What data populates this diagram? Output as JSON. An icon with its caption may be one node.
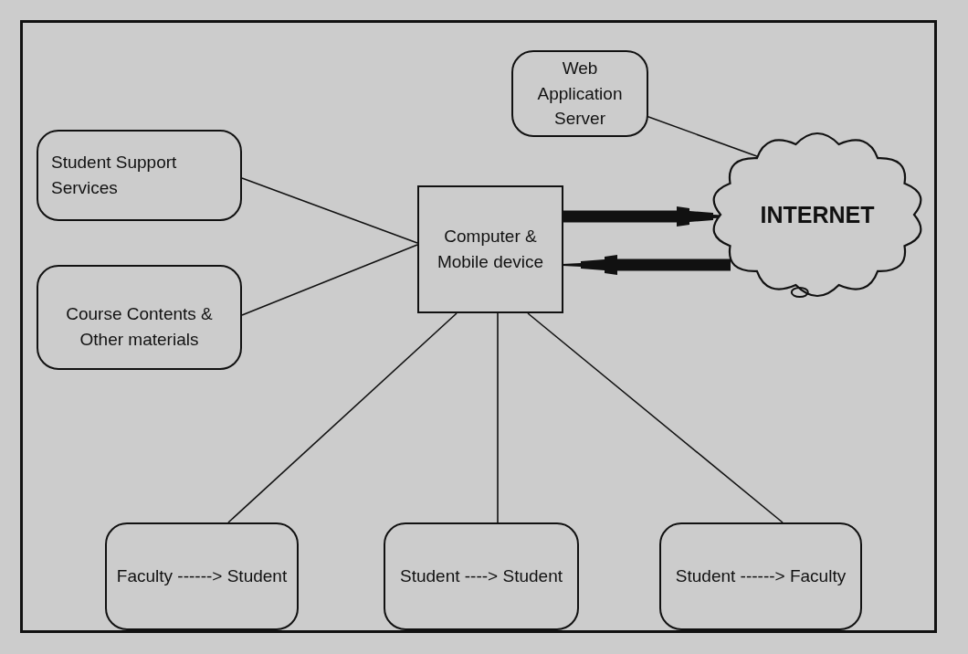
{
  "diagram": {
    "nodes": [
      {
        "text": [
          "Web Application Server"
        ]
      },
      {
        "text": [
          "Student Support Services"
        ]
      },
      {
        "text": [
          "Course Contents & Other materials"
        ]
      },
      {
        "text": [
          "Computer & Mobile device"
        ]
      },
      {
        "text": [
          "INTERNET"
        ]
      },
      {
        "text": [
          "Faculty ------> Student"
        ]
      },
      {
        "text": [
          "Student ----> Student"
        ]
      },
      {
        "text": [
          "Student ------> Faculty"
        ]
      }
    ],
    "edges": [
      {
        "from": 0,
        "to": 4,
        "arrow": "none"
      },
      {
        "from": 1,
        "to": 3,
        "arrow": "none"
      },
      {
        "from": 2,
        "to": 3,
        "arrow": "none"
      },
      {
        "from": 3,
        "to": 4,
        "arrow": "to",
        "style": "thick"
      },
      {
        "from": 4,
        "to": 3,
        "arrow": "to",
        "style": "thick"
      },
      {
        "from": 3,
        "to": 5,
        "arrow": "none"
      },
      {
        "from": 3,
        "to": 6,
        "arrow": "none"
      },
      {
        "from": 3,
        "to": 7,
        "arrow": "none"
      }
    ]
  }
}
